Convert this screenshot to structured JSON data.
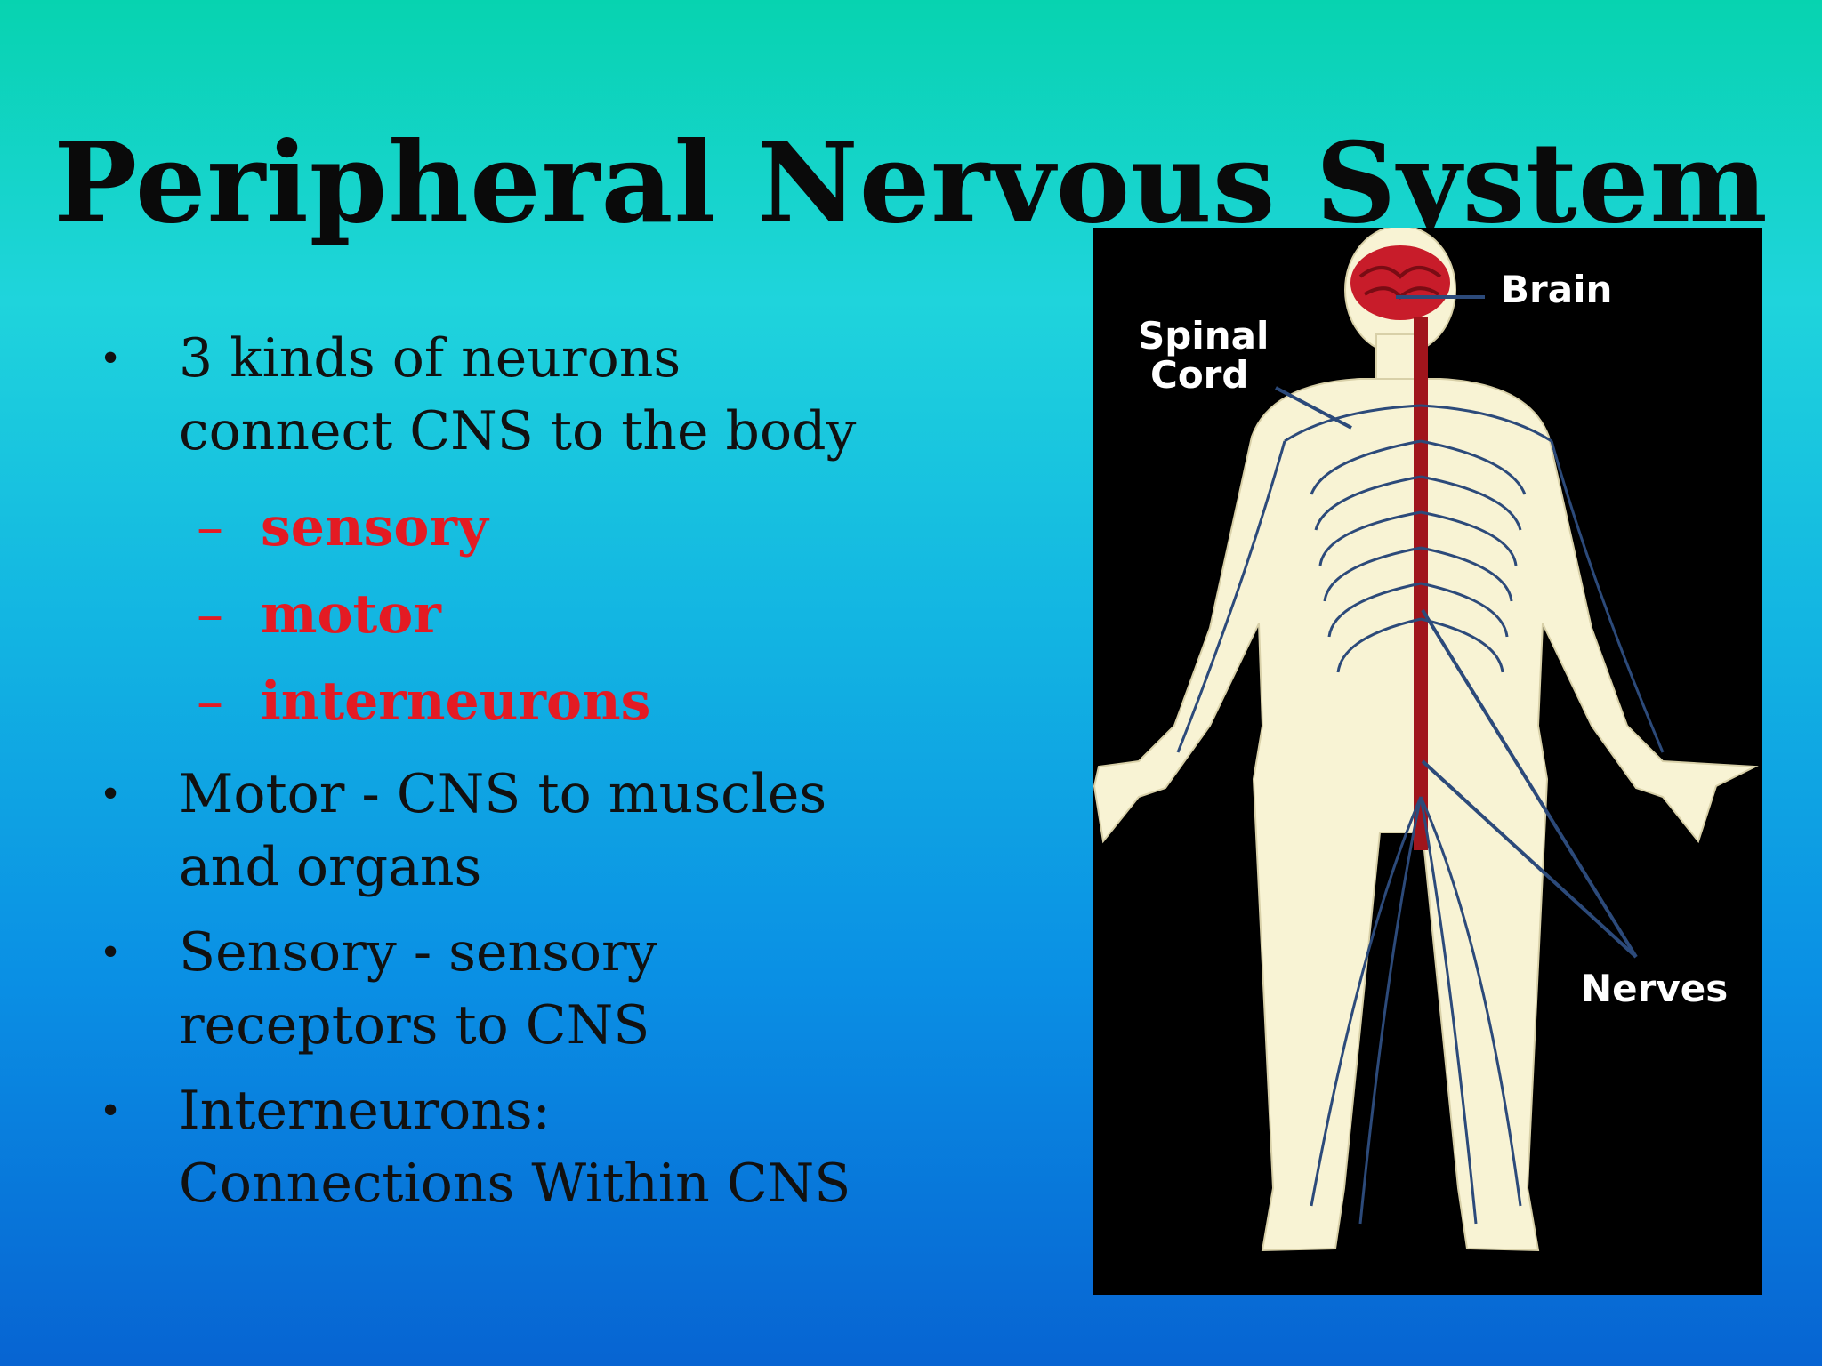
{
  "slide": {
    "title": "Peripheral Nervous System",
    "bullet_glyph": "•",
    "dash_glyph": "–",
    "bullets": [
      {
        "lines": [
          "3 kinds of neurons",
          "connect CNS to the body"
        ]
      },
      {
        "lines": [
          "Motor  - CNS to muscles",
          "and organs"
        ]
      },
      {
        "lines": [
          "Sensory  - sensory",
          "receptors to CNS"
        ]
      },
      {
        "lines": [
          "Interneurons:",
          "Connections Within CNS"
        ]
      }
    ],
    "subitems": [
      "sensory",
      "motor",
      "interneurons"
    ]
  },
  "figure": {
    "labels": {
      "brain": "Brain",
      "spinal_1": "Spinal",
      "spinal_2": "Cord",
      "nerves": "Nerves"
    }
  },
  "colors": {
    "accent_red": "#e41b23",
    "title_text": "#0a0a0a",
    "body_fill": "#f8f3d4",
    "nerve_blue": "#2c4a7a",
    "spinal_red": "#a0151c"
  }
}
